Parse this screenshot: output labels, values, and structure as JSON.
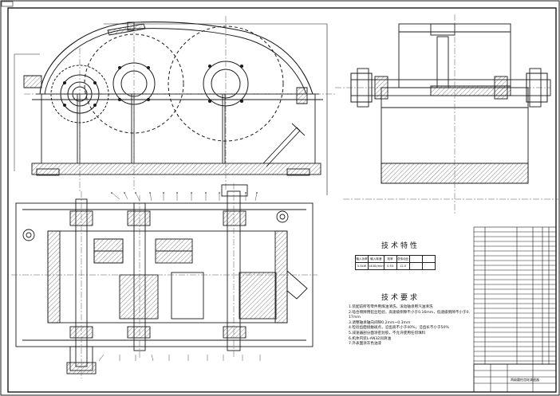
{
  "drawing": {
    "specs_title": "技术特性",
    "requirements_title": "技术要求",
    "requirements": [
      "1.装配前所有零件用煤油清洗，滚动轴承用汽油清洗",
      "2.啮合侧隙用铅丝检验，高速级侧隙不小于0.16mm，低速级侧隙不小于0.17mm",
      "3.调整轴承轴向间隙0.2mm~0.3mm",
      "4.检验齿面接触斑点，沿齿高不小于40%，沿齿长不小于50%",
      "5.减速器剖分面涂密封胶，不允许使用任何填料",
      "6.机体内装L-AN32润滑油",
      "7.外表面涂灰色油漆"
    ],
    "spec_table": [
      [
        "输入功率",
        "输入转速",
        "效率",
        "总传动比",
        "",
        ""
      ],
      [
        "5.5kW",
        "1440r/min",
        "0.93",
        "12.0",
        "",
        ""
      ]
    ],
    "title_block_note": "两级圆柱齿轮减速器",
    "colors": {
      "line": "#1a1a1a",
      "hatch": "#333333",
      "paper": "#ffffff",
      "centerline": "#555555"
    }
  }
}
